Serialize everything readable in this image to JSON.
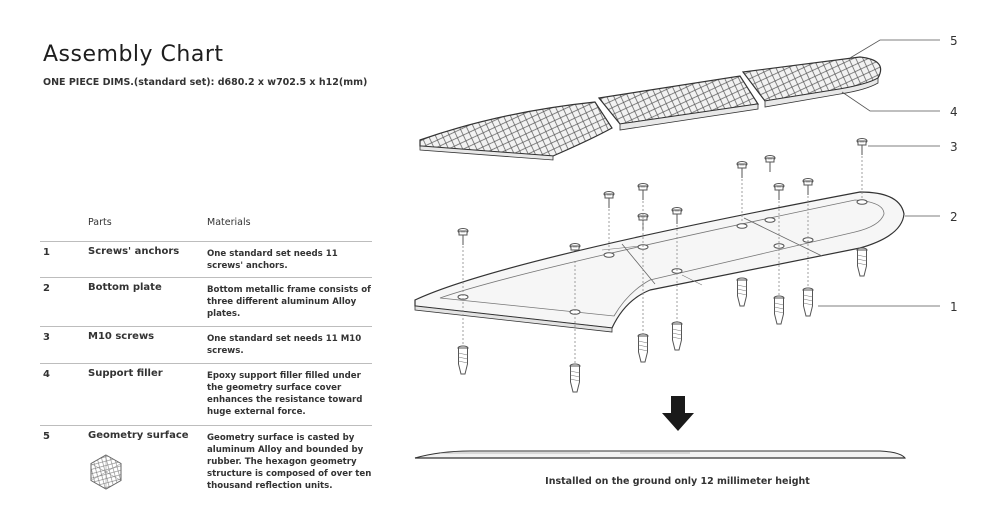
{
  "header": {
    "title": "Assembly Chart",
    "dims": "ONE PIECE DIMS.(standard set): d680.2 x w702.5 x h12(mm)"
  },
  "table": {
    "col_parts": "Parts",
    "col_materials": "Materials",
    "rows": [
      {
        "num": "1",
        "part": "Screws' anchors",
        "material": "One standard set needs 11 screws' anchors."
      },
      {
        "num": "2",
        "part": "Bottom plate",
        "material": "Bottom metallic frame consists of three different aluminum Alloy plates."
      },
      {
        "num": "3",
        "part": "M10 screws",
        "material": "One standard set needs 11 M10 screws."
      },
      {
        "num": "4",
        "part": "Support filler",
        "material": "Epoxy support filler filled under the geometry surface cover enhances the resistance toward huge external force."
      },
      {
        "num": "5",
        "part": "Geometry surface",
        "material": "Geometry surface is casted by aluminum Alloy and bounded by rubber. The hexagon geometry structure is composed of over ten thousand reflection units."
      }
    ]
  },
  "callouts": {
    "c5": "5",
    "c4": "4",
    "c3": "3",
    "c2": "2",
    "c1": "1"
  },
  "caption": "Installed on the ground only 12 millimeter height",
  "colors": {
    "text": "#2a2a2a",
    "line": "#555555",
    "rule": "#bdbdbd",
    "arrow": "#1a1a1a"
  }
}
